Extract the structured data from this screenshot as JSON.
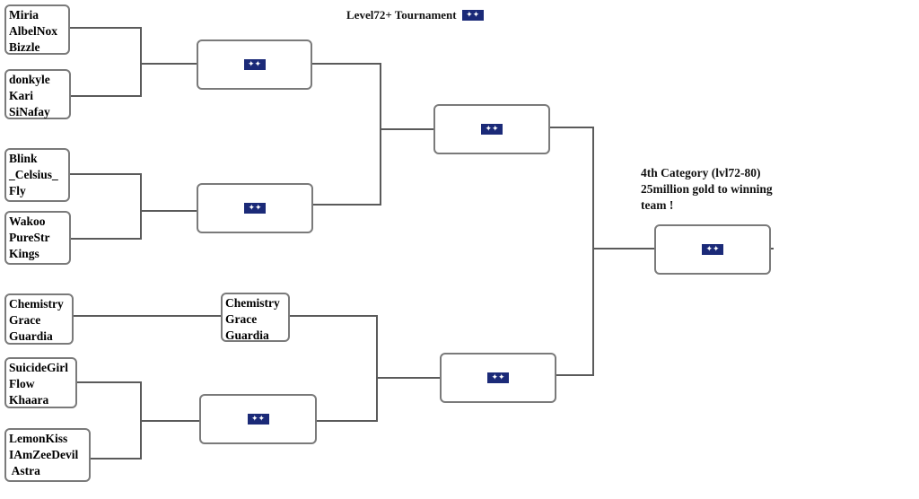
{
  "title": "Level72+ Tournament",
  "teams": {
    "t1": [
      "Miria",
      "AlbelNox",
      "Bizzle"
    ],
    "t2": [
      "donkyle",
      "Kari",
      "SiNafay"
    ],
    "t3": [
      "Blink",
      "_Celsius_",
      "Fly"
    ],
    "t4": [
      "Wakoo",
      "PureStr",
      "Kings"
    ],
    "t5": [
      "Chemistry",
      "Grace",
      "Guardia"
    ],
    "t6": [
      "SuicideGirl",
      "Flow",
      "Khaara"
    ],
    "t7": [
      "LemonKiss",
      "IAmZeeDevil",
      " Astra"
    ],
    "advanced": [
      "Chemistry",
      "Grace",
      "Guardia"
    ]
  },
  "prize": {
    "line1": "4th Category (lvl72-80)",
    "line2": "25million gold to winning",
    "line3": "team !"
  },
  "icons": {
    "placeholder": "flag-icon",
    "flag_color": "#1b2a78"
  }
}
